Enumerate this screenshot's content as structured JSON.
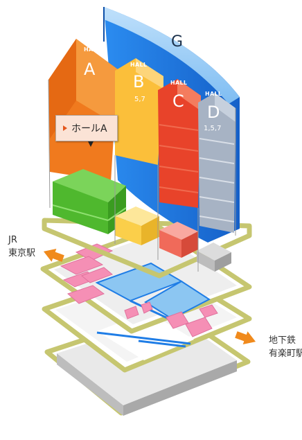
{
  "halls": {
    "g": {
      "name": "G"
    },
    "a": {
      "hall_word": "HALL",
      "name": "A"
    },
    "b": {
      "hall_word": "HALL",
      "name": "B",
      "floors": "5,7"
    },
    "c": {
      "hall_word": "HALL",
      "name": "C"
    },
    "d": {
      "hall_word": "HALL",
      "name": "D",
      "floors": "1,5,7"
    }
  },
  "callout": {
    "label": "ホールA"
  },
  "access": {
    "jr": {
      "line1": "JR",
      "line2": "東京駅"
    },
    "subway": {
      "line1": "地下鉄",
      "line2": "有楽町駅"
    }
  },
  "colors": {
    "hall_a": "#f07a1e",
    "hall_b": "#fbbf3a",
    "hall_c": "#e8432a",
    "hall_d": "#9aa7b8",
    "hall_g": "#1f7de6",
    "block_green": "#5cc43c",
    "block_pink": "#f58fb5",
    "block_blue": "#8cc6f2",
    "floor_outline": "#c6c670",
    "arrow": "#f08a1c"
  }
}
